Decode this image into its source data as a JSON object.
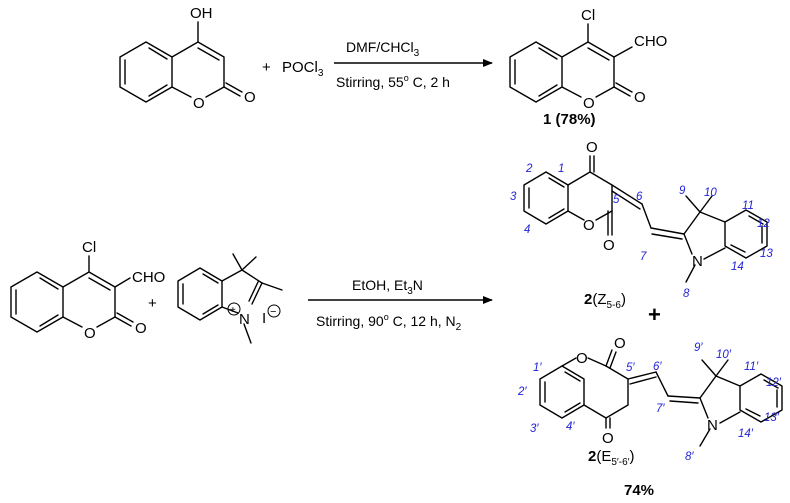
{
  "reaction1": {
    "reactant_oh": "OH",
    "plus": "+",
    "reagent": "POCl",
    "reagent_sub": "3",
    "conditions_top": "DMF/CHCl",
    "conditions_top_sub": "3",
    "conditions_bottom": "Stirring, 55",
    "conditions_bottom_deg": "o",
    "conditions_bottom_tail": " C, 2 h",
    "product_cl": "Cl",
    "product_cho": "CHO",
    "product_label_num": "1",
    "product_label_yield": " (78%)"
  },
  "reaction2": {
    "reactant_cl": "Cl",
    "reactant_cho": "CHO",
    "plus": "+",
    "salt_n": "N",
    "salt_plus": "+",
    "salt_iodide": "I",
    "salt_minus": "−",
    "conditions_top": "EtOH, Et",
    "conditions_top_sub": "3",
    "conditions_top_tail": "N",
    "conditions_bottom": "Stirring, 90",
    "conditions_bottom_deg": "o",
    "conditions_bottom_tail": " C, 12 h, N",
    "conditions_bottom_sub": "2",
    "product_plus": "+",
    "yield": "74%"
  },
  "productZ": {
    "label_num": "2",
    "label_open": "(Z",
    "label_sub": "5-6",
    "label_close": ")",
    "n": "N",
    "locants": [
      "1",
      "2",
      "3",
      "4",
      "5",
      "6",
      "7",
      "8",
      "9",
      "10",
      "11",
      "12",
      "13",
      "14"
    ]
  },
  "productE": {
    "label_num": "2",
    "label_open": "(E",
    "label_sub": "5′-6′",
    "label_close": ")",
    "n": "N",
    "locants": [
      "1′",
      "2′",
      "3′",
      "4′",
      "5′",
      "6′",
      "7′",
      "8′",
      "9′",
      "10′",
      "11′",
      "12′",
      "13′",
      "14′"
    ]
  },
  "atoms": {
    "oxygen": "O"
  }
}
